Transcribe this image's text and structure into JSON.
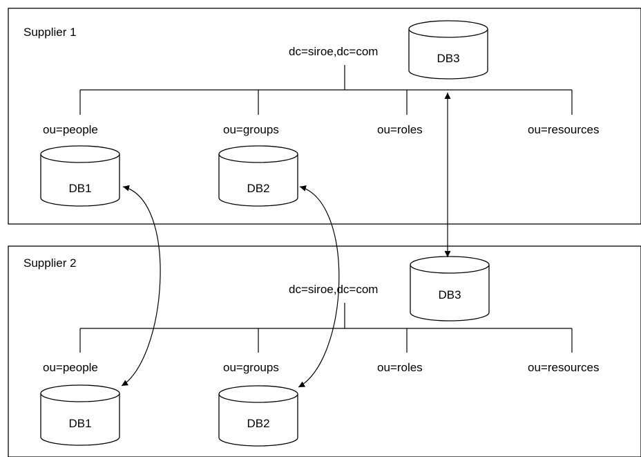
{
  "supplier1": {
    "label": "Supplier 1",
    "root": "dc=siroe,dc=com",
    "branches": [
      "ou=people",
      "ou=groups",
      "ou=roles",
      "ou=resources"
    ],
    "databases": {
      "db1": "DB1",
      "db2": "DB2",
      "db3": "DB3"
    }
  },
  "supplier2": {
    "label": "Supplier 2",
    "root": "dc=siroe,dc=com",
    "branches": [
      "ou=people",
      "ou=groups",
      "ou=roles",
      "ou=resources"
    ],
    "databases": {
      "db1": "DB1",
      "db2": "DB2",
      "db3": "DB3"
    }
  }
}
